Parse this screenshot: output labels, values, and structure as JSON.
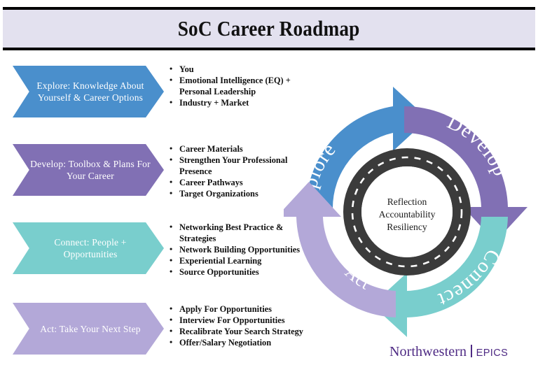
{
  "header": {
    "title": "SoC Career Roadmap",
    "band_color": "#e3e1ef"
  },
  "colors": {
    "explore": "#4a8fcc",
    "develop": "#8170b4",
    "connect": "#79cecd",
    "act": "#b3a8d8",
    "road": "#3b3b3b",
    "brand_purple": "#4e2a84"
  },
  "stages": [
    {
      "key": "explore",
      "chevron_label": "Explore: Knowledge About Yourself & Career Options",
      "wheel_label": "Explore",
      "color": "#4a8fcc",
      "bullets": [
        "You",
        "Emotional Intelligence (EQ) + Personal Leadership",
        "Industry + Market"
      ]
    },
    {
      "key": "develop",
      "chevron_label": "Develop: Toolbox & Plans For Your Career",
      "wheel_label": "Develop",
      "color": "#8170b4",
      "bullets": [
        "Career Materials",
        "Strengthen Your Professional Presence",
        "Career Pathways",
        "Target Organizations"
      ]
    },
    {
      "key": "connect",
      "chevron_label": "Connect: People + Opportunities",
      "wheel_label": "Connect",
      "color": "#79cecd",
      "bullets": [
        "Networking Best Practice & Strategies",
        "Network Building Opportunities",
        "Experiential Learning",
        "Source Opportunities"
      ]
    },
    {
      "key": "act",
      "chevron_label": "Act: Take Your Next Step",
      "wheel_label": "Act",
      "color": "#b3a8d8",
      "bullets": [
        "Apply For Opportunities",
        "Interview For Opportunities",
        "Recalibrate Your Search Strategy",
        "Offer/Salary Negotiation"
      ]
    }
  ],
  "wheel_center": {
    "line1": "Reflection",
    "line2": "Accountability",
    "line3": "Resiliency"
  },
  "logo": {
    "primary": "Northwestern",
    "secondary": "EPICS"
  }
}
